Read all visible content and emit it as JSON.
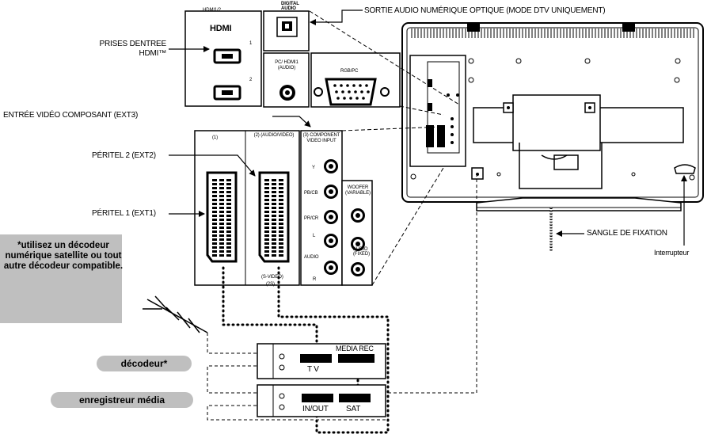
{
  "labels": {
    "digital_audio_out": "SORTIE AUDIO NUMÉRIQUE OPTIQUE (MODE DTV UNIQUEMENT)",
    "hdmi_inputs": "PRISES DENTREE HDMI™",
    "component_video": "ENTRÉE VIDÉO COMPOSANT (EXT3)",
    "scart2": "PÉRITEL 2 (EXT2)",
    "scart1": "PÉRITEL 1 (EXT1)",
    "strap": "SANGLE DE FIXATION",
    "switch": "Interrupteur"
  },
  "note": "*utilisez un décodeur numérique satellite ou tout autre décodeur compatible.",
  "devices": {
    "decoder": "décodeur*",
    "recorder": "enregistreur média"
  },
  "panel": {
    "hdmi_header": "HDMI1/2",
    "hdmi_logo": "HDMI",
    "hdmi_port1": "1",
    "hdmi_port2": "2",
    "digital_audio": "DIGITAL AUDIO",
    "pc_hdmi_audio": "PC/ HDMI1 (AUDIO)",
    "rgb_pc": "RGB/PC",
    "ext1": "(1)",
    "ext2": "(2) (AUDIO/VIDEO)",
    "ext3": "(3) COMPONENT VIDEO INPUT",
    "y": "Y",
    "pb": "PB/CB",
    "pr": "PR/CR",
    "l": "L",
    "audio": "AUDIO",
    "r": "R",
    "woofer": "WOOFER (VARIABLE)",
    "svideo": "(S-VIDEO)",
    "ext2s": "(2S)",
    "audio_fixed": "AUDIO (FIXED)"
  },
  "decoder_box": {
    "media_rec": "MEDIA REC",
    "tv": "T V"
  },
  "recorder_box": {
    "in_out": "IN/OUT",
    "sat": "SAT"
  }
}
